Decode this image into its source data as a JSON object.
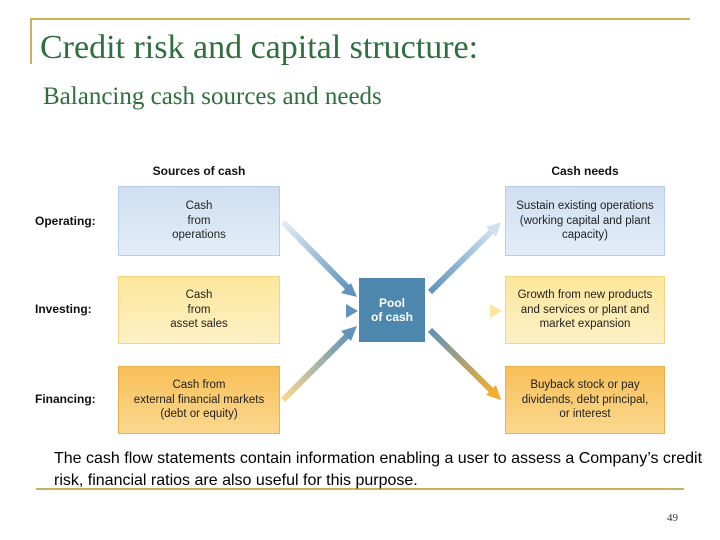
{
  "slide": {
    "title": "Credit risk and capital structure:",
    "subtitle": "Balancing cash sources and needs",
    "caption": "The cash flow statements contain information enabling a user to assess a Company’s credit risk, financial ratios are also useful for this purpose.",
    "page_number": "49",
    "rule_color": "#c9b35a",
    "title_color": "#2e6f3d"
  },
  "diagram": {
    "sources_header": "Sources of cash",
    "needs_header": "Cash needs",
    "rows": [
      {
        "label": "Operating:",
        "source": "Cash\nfrom\noperations",
        "need": "Sustain existing operations\n(working capital and plant\ncapacity)"
      },
      {
        "label": "Investing:",
        "source": "Cash\nfrom\nasset sales",
        "need": "Growth from new products\nand services or plant and\nmarket expansion"
      },
      {
        "label": "Financing:",
        "source": "Cash from\nexternal financial markets\n(debt or equity)",
        "need": "Buyback stock or pay\ndividends, debt principal,\nor interest"
      }
    ],
    "pool_label": "Pool\nof cash",
    "colors": {
      "operating": "#cfdff1",
      "investing": "#fde79c",
      "financing": "#f7bf58",
      "pool": "#4d87ae",
      "arrow": "#6f9fc2"
    }
  }
}
